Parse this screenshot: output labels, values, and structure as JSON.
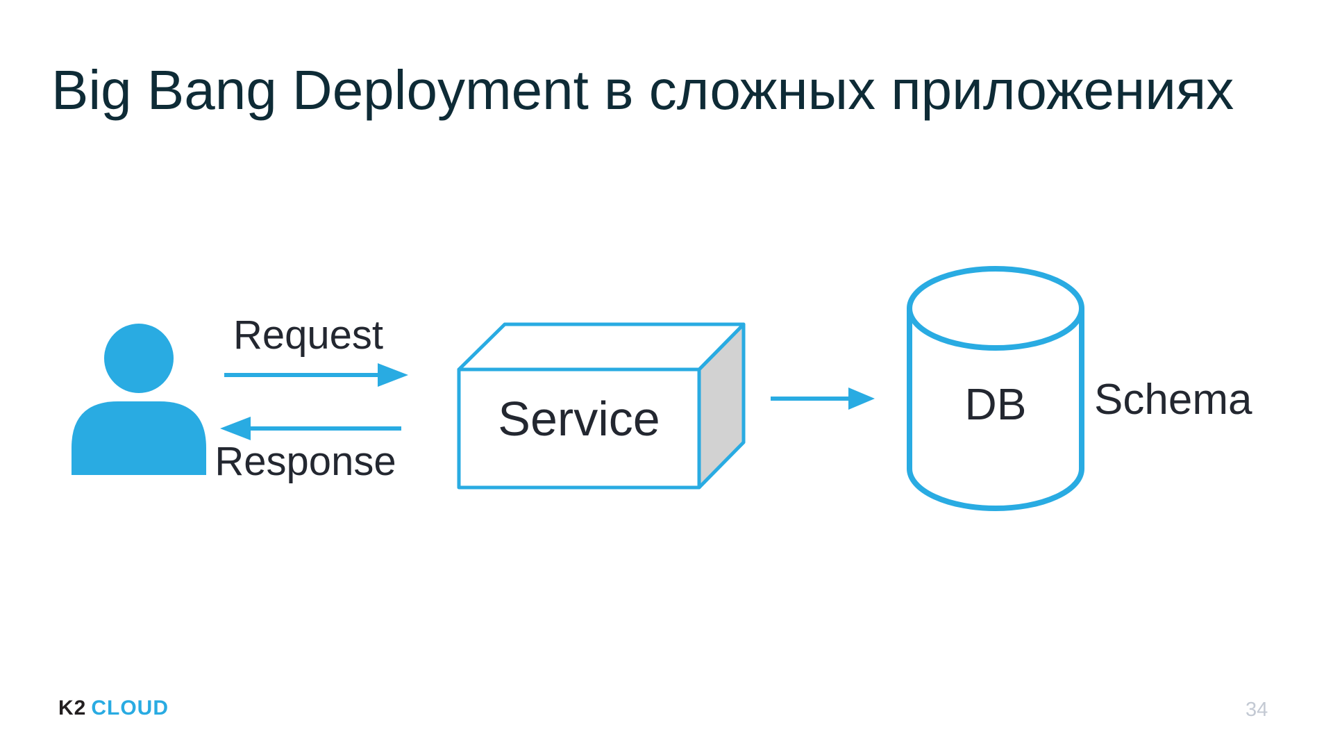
{
  "slide": {
    "title": "Big Bang Deployment в сложных приложениях",
    "page_number": "34"
  },
  "diagram": {
    "request_label": "Request",
    "response_label": "Response",
    "service_label": "Service",
    "db_label": "DB",
    "schema_label": "Schema",
    "icons": {
      "user": "user-icon",
      "request_arrow": "request-arrow-icon",
      "response_arrow": "response-arrow-icon",
      "service_db_arrow": "service-db-arrow-icon",
      "service_box": "service-box-shape",
      "db_cylinder": "db-cylinder-shape"
    }
  },
  "footer": {
    "logo_k2": "K2",
    "logo_cloud": "CLOUD"
  },
  "colors": {
    "accent": "#29ABE2",
    "title": "#0E2B36",
    "label": "#232730",
    "box_side": "#D2D2D2",
    "box_face": "#FFFFFF",
    "page_number": "#C3C9D3",
    "logo_dark": "#231F20",
    "background": "#FFFFFF"
  }
}
